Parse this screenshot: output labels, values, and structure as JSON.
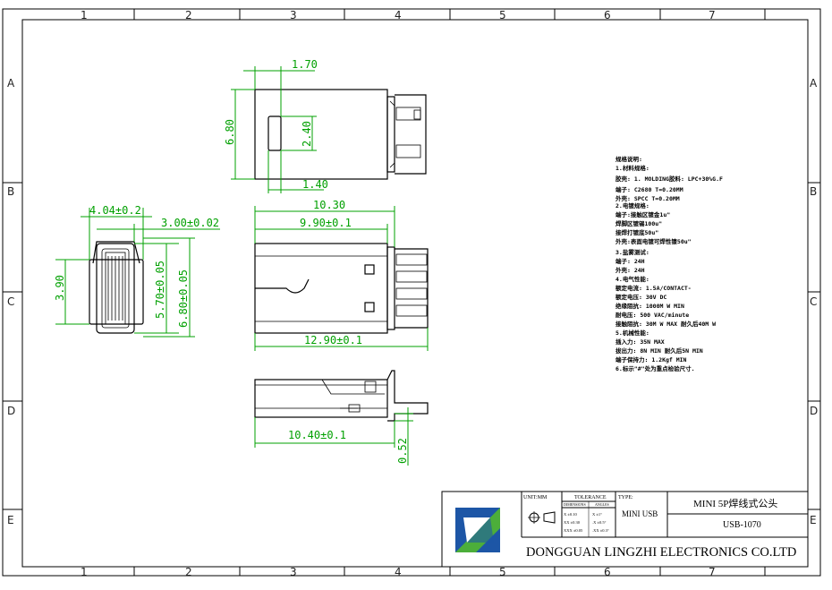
{
  "border": {
    "columns": [
      "1",
      "2",
      "3",
      "4",
      "5",
      "6",
      "7"
    ],
    "rows": [
      "A",
      "B",
      "C",
      "D",
      "E"
    ]
  },
  "dimensions": {
    "top_width": "1.70",
    "top_height": "6.80",
    "slot_height": "2.40",
    "slot_offset": "1.40",
    "front_width": "4.04±0.2",
    "front_depth": "3.00±0.02",
    "front_height": "3.90",
    "front_inner": "5.70±0.05",
    "front_outer": "6.80±0.05",
    "mid_top": "10.30",
    "mid_inner": "9.90±0.1",
    "mid_total": "12.90±0.1",
    "side_total": "10.40±0.1",
    "side_offset": "0.52"
  },
  "notes": {
    "title": "规格说明:",
    "lines": [
      "1.材料规格:",
      "  胶壳: 1. MOLDING胶料: LPC+30%G.F",
      "  端子: C2680  T=0.20MM",
      "  外壳: SPCC   T=0.20MM",
      "2.电镀规格:",
      "  端子:接触区镀金1u\"",
      "    焊脚区镀锡100u\"",
      "           接焊打镀底50u\"",
      "  外壳:表面电镀可焊性镍50u\"",
      "3.盐雾测试:",
      "       端子: 24H",
      "             外壳: 24H",
      "4.电气性能:",
      "  额定电流: 1.5A/CONTACT-",
      "  额定电压: 30V DC",
      "  绝缘阻抗: 1000M W  MIN",
      "        耐电压: 500 VAC/minute",
      "  接触阻抗: 30M W MAX  耐久后40M W",
      "5.机械性能:",
      "    插入力: 35N  MAX",
      "        拔出力: 8N MIN  耐久后5N MIN",
      "        端子保持力:  1.2Kgf  MIN",
      "6.标示\"#\"处为重点检验尺寸."
    ]
  },
  "title_block": {
    "unit": "UNIT:MM",
    "tolerance_label": "TOLERANCE",
    "tol_col1": "DIMENSIONS",
    "tol_col2": "ANGLES",
    "tol_rows": [
      [
        "X  ±0.10",
        "X  ±1°"
      ],
      [
        "XX ±0.30",
        ".X  ±0.5°"
      ],
      [
        "XXX ±0.05",
        ".XX ±0.3°"
      ]
    ],
    "type_label": "TYPE:",
    "type_value": "MINI USB",
    "product_name": "MINI 5P焊线式公头",
    "part_number": "USB-1070",
    "company": "DONGGUAN LINGZHI ELECTRONICS CO.LTD"
  },
  "colors": {
    "dimension": "#00a000",
    "logo_blue": "#1d56a6",
    "logo_green": "#4cae3a"
  }
}
